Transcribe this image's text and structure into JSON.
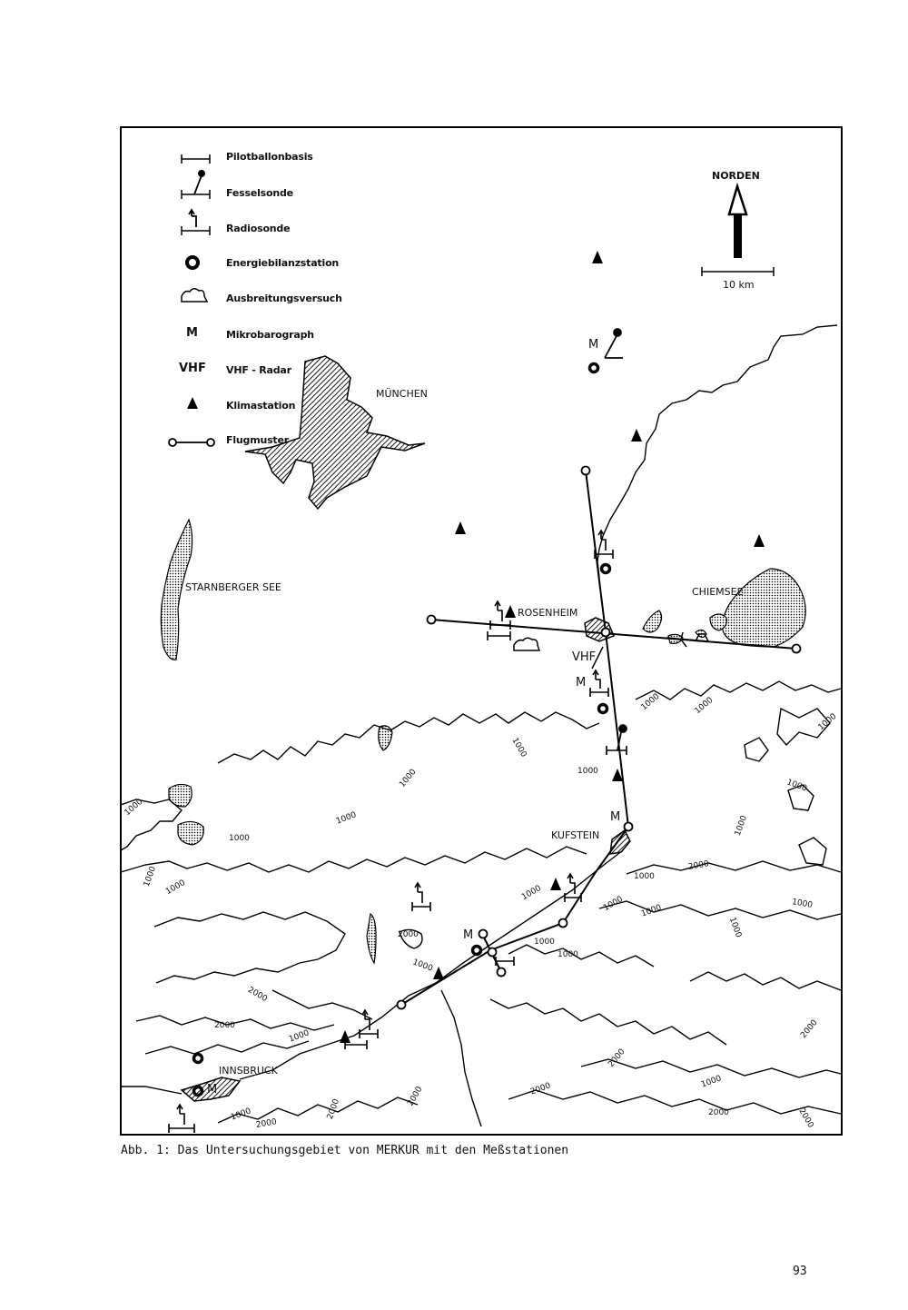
{
  "legend": {
    "items": [
      {
        "label": "Pilotballonbasis",
        "icon": "pilot-balloon-base-icon"
      },
      {
        "label": "Fesselsonde",
        "icon": "tethered-sonde-icon"
      },
      {
        "label": "Radiosonde",
        "icon": "radiosonde-icon"
      },
      {
        "label": "Energiebilanzstation",
        "icon": "energy-balance-station-icon"
      },
      {
        "label": "Ausbreitungsversuch",
        "icon": "dispersion-experiment-icon"
      },
      {
        "label": "Mikrobarograph",
        "icon": "microbarograph-icon",
        "symbol": "M"
      },
      {
        "label": "VHF - Radar",
        "icon": "vhf-radar-icon",
        "symbol": "VHF"
      },
      {
        "label": "Klimastation",
        "icon": "climate-station-icon"
      },
      {
        "label": "Flugmuster",
        "icon": "flight-pattern-icon"
      }
    ]
  },
  "north": {
    "label": "NORDEN",
    "scale_label": "10 km"
  },
  "places": {
    "muenchen": "MÜNCHEN",
    "starnberger_see": "STARNBERGER SEE",
    "rosenheim": "ROSENHEIM",
    "chiemsee": "CHIEMSEE",
    "kufstein": "KUFSTEIN",
    "innsbruck": "INNSBRUCK"
  },
  "station_symbols": {
    "m": "M",
    "vhf": "VHF"
  },
  "contours": {
    "c1000": "1000",
    "c2000": "2000"
  },
  "caption": "Abb.  1: Das Untersuchungsgebiet von MERKUR mit den Meßstationen",
  "page_number": "93"
}
